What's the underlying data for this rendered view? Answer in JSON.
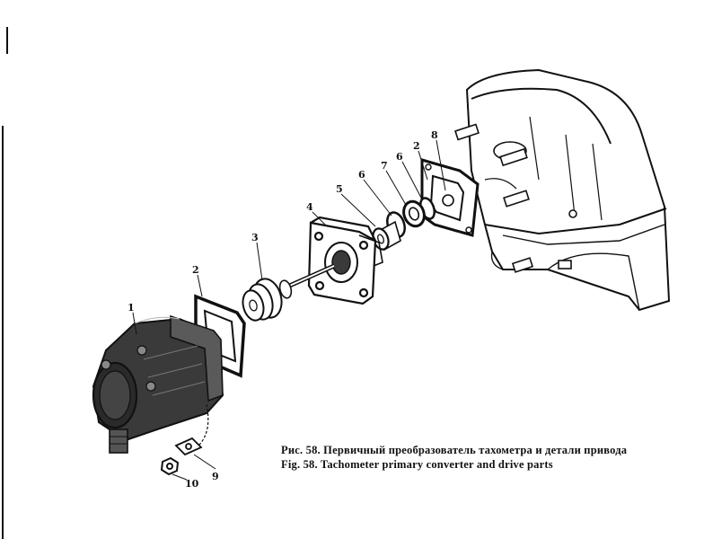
{
  "figure": {
    "caption_ru": "Рис. 58. Первичный преобразователь тахометра и детали привода",
    "caption_en": "Fig. 58. Tachometer primary converter and drive parts"
  },
  "callouts": {
    "c1": "1",
    "c2a": "2",
    "c2b": "2",
    "c3": "3",
    "c4": "4",
    "c5": "5",
    "c6a": "6",
    "c6b": "6",
    "c7": "7",
    "c8": "8",
    "c9": "9",
    "c10": "10"
  },
  "colors": {
    "ink": "#111111",
    "paper": "#ffffff",
    "shade": "#3a3a3a"
  }
}
